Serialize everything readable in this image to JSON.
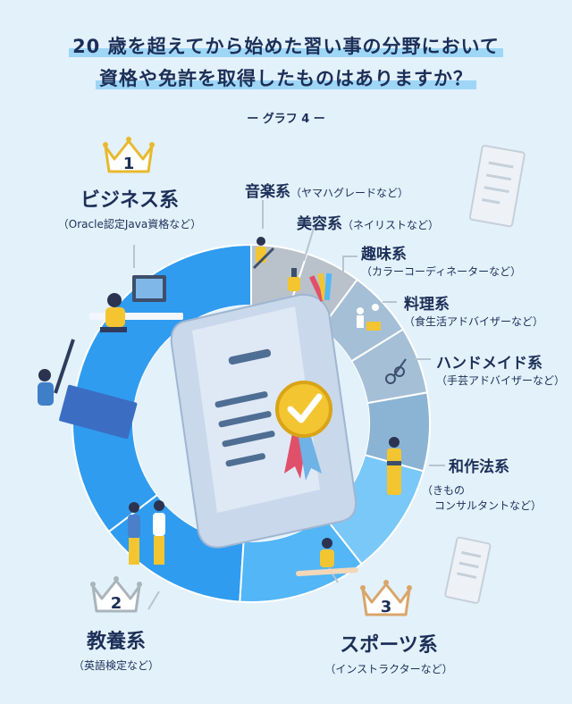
{
  "title": {
    "line1": "20 歳を超えてから始めた習い事の分野において",
    "line2": "資格や免許を取得したものはありますか？"
  },
  "subtitle": "ー グラフ 4 ー",
  "colors": {
    "main_blue": "#2f9cf0",
    "light_blue": "#52b6f7",
    "pale_blue": "#79c8f8",
    "steel_blue": "#8bb4d4",
    "gray_blue": "#a5bfd6",
    "gray": "#b9c2ca",
    "gold": "#e8b92f",
    "bronze": "#d9a56b",
    "silver": "#a9b4bc"
  },
  "chart_data": {
    "type": "pie",
    "variant": "donut",
    "title": "",
    "slices": [
      {
        "label": "ビジネス系",
        "note": "（Oracle認定Java資格など）",
        "rank": "1"
      },
      {
        "label": "教養系",
        "note": "（英語検定など）",
        "rank": "2"
      },
      {
        "label": "スポーツ系",
        "note": "（インストラクターなど）",
        "rank": "3"
      },
      {
        "label": "和作法系",
        "note": "（きもの コンサルタントなど）"
      },
      {
        "label": "ハンドメイド系",
        "note": "（手芸アドバイザーなど）"
      },
      {
        "label": "料理系",
        "note": "（食生活アドバイザーなど）"
      },
      {
        "label": "趣味系",
        "note": "（カラーコーディネーターなど）"
      },
      {
        "label": "美容系",
        "note": "（ネイリストなど）"
      },
      {
        "label": "音楽系",
        "note": "（ヤマハグレードなど）"
      }
    ],
    "values_pct": [
      35,
      13.5,
      11.5,
      10,
      7,
      6,
      6,
      5,
      5
    ]
  },
  "labels": {
    "music_main": "音楽系",
    "music_sub": "（ヤマハグレードなど）",
    "beauty_main": "美容系",
    "beauty_sub": "（ネイリストなど）",
    "hobby_main": "趣味系",
    "hobby_sub": "（カラーコーディネーターなど）",
    "cooking_main": "料理系",
    "cooking_sub": "（食生活アドバイザーなど）",
    "handmade_main": "ハンドメイド系",
    "handmade_sub": "（手芸アドバイザーなど）",
    "japanese_main": "和作法系",
    "japanese_sub1": "（きもの",
    "japanese_sub2": "コンサルタントなど）",
    "business_main": "ビジネス系",
    "business_sub": "（Oracle認定Java資格など）",
    "business_rank": "1",
    "culture_main": "教養系",
    "culture_sub": "（英語検定など）",
    "culture_rank": "2",
    "sports_main": "スポーツ系",
    "sports_sub": "（インストラクターなど）",
    "sports_rank": "3"
  }
}
